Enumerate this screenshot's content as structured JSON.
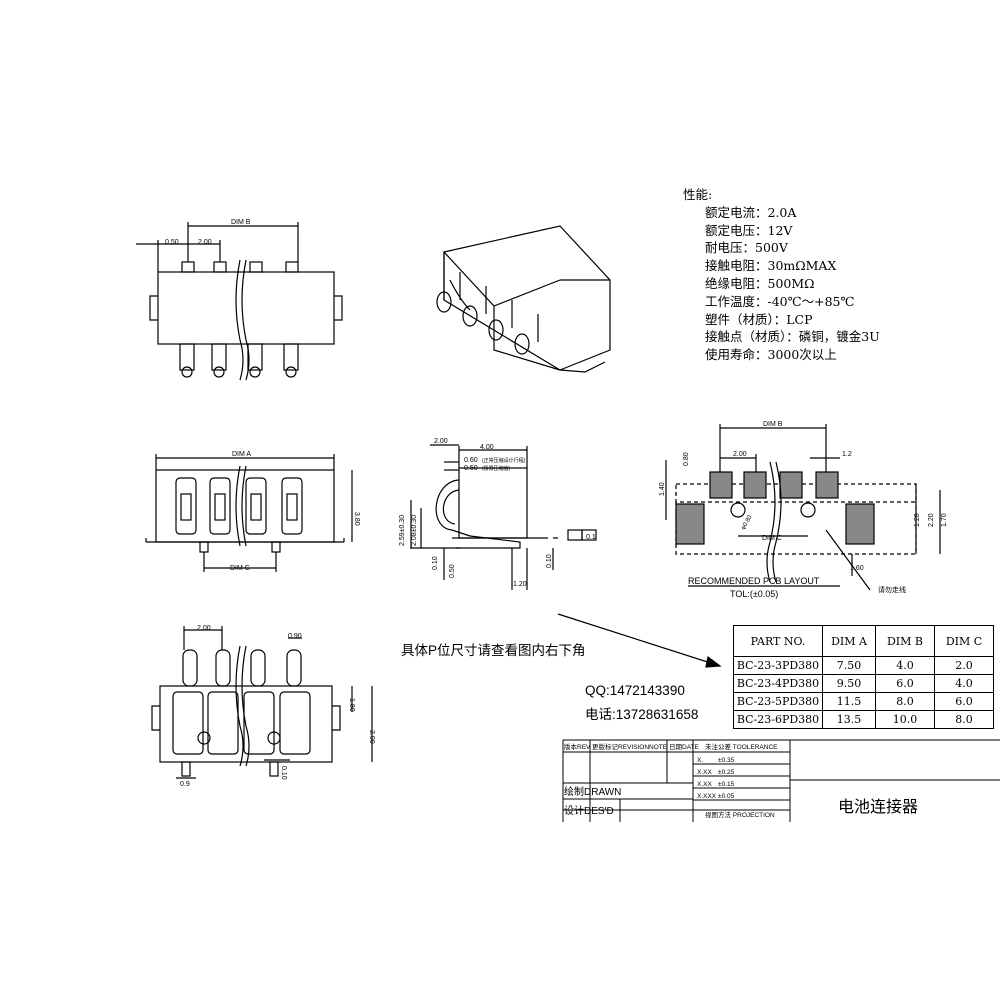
{
  "note": "具体P位尺寸请查看图内右下角",
  "contact": {
    "qq": "QQ:1472143390",
    "phone": "电话:13728631658"
  },
  "specs": {
    "heading": "性能:",
    "items": [
      "额定电流：2.0A",
      "额定电压：12V",
      "耐电压：500V",
      "接触电阻：30mΩMAX",
      "绝缘电阻：500MΩ",
      "工作温度：-40℃～+85℃",
      "塑件（材质）：LCP",
      "接触点（材质）：磷铜，镀金3U",
      "使用寿命：3000次以上"
    ]
  },
  "part_table": {
    "headers": [
      "PART NO.",
      "DIM A",
      "DIM B",
      "DIM C"
    ],
    "rows": [
      [
        "BC-23-3PD380",
        "7.50",
        "4.0",
        "2.0"
      ],
      [
        "BC-23-4PD380",
        "9.50",
        "6.0",
        "4.0"
      ],
      [
        "BC-23-5PD380",
        "11.5",
        "8.0",
        "6.0"
      ],
      [
        "BC-23-6PD380",
        "13.5",
        "10.0",
        "8.0"
      ]
    ]
  },
  "title_block": {
    "product_name": "电池连接器",
    "rev_label": "版本REV",
    "change_label": "更版标记REVISIONNOTE",
    "date_label": "日期DATE",
    "tolerance_label": "未注公差 TOOLERANCE",
    "drawn_label": "绘制DRAWN",
    "designed_label": "设计DES'D",
    "projection_label": "视图方法 PROJECTION",
    "tolerances": [
      [
        "X.",
        "±0.35"
      ],
      [
        "X.XX",
        "±0.25"
      ],
      [
        "X.XX",
        "±0.15"
      ],
      [
        "X.XXX",
        "±0.05"
      ]
    ]
  },
  "pcb_layout": {
    "title": "RECOMMENDED PCB LAYOUT",
    "tolerance": "TOL:(±0.05)",
    "routing_note": "请勿走线"
  },
  "dimensions": {
    "dim_a": "DIM A",
    "dim_b": "DIM B",
    "dim_c": "DIM C",
    "d050": "0.50",
    "d200": "2.00",
    "d380": "3.80",
    "d400": "4.00",
    "d060": "0.60",
    "d050b": "0.50",
    "d259": "2.59±0.30",
    "d208": "2.08±0.30",
    "d010": "0.10",
    "d050c": "0.50",
    "d120": "1.20",
    "d200b": "2.00",
    "d080": "0.80",
    "d12": "1.2",
    "d140": "1.40",
    "d120b": "1.20",
    "d220": "2.20",
    "d170": "1.70",
    "d160": "1.60",
    "d090": "0.90",
    "d180": "1.80",
    "d200c": "2.00",
    "d09": "0.9",
    "d010b": "0.10",
    "hole": "φ0.80",
    "flat": "0.1",
    "side_note1": "(正常压缩设计行程)",
    "side_note2": "(极限压缩值)"
  }
}
